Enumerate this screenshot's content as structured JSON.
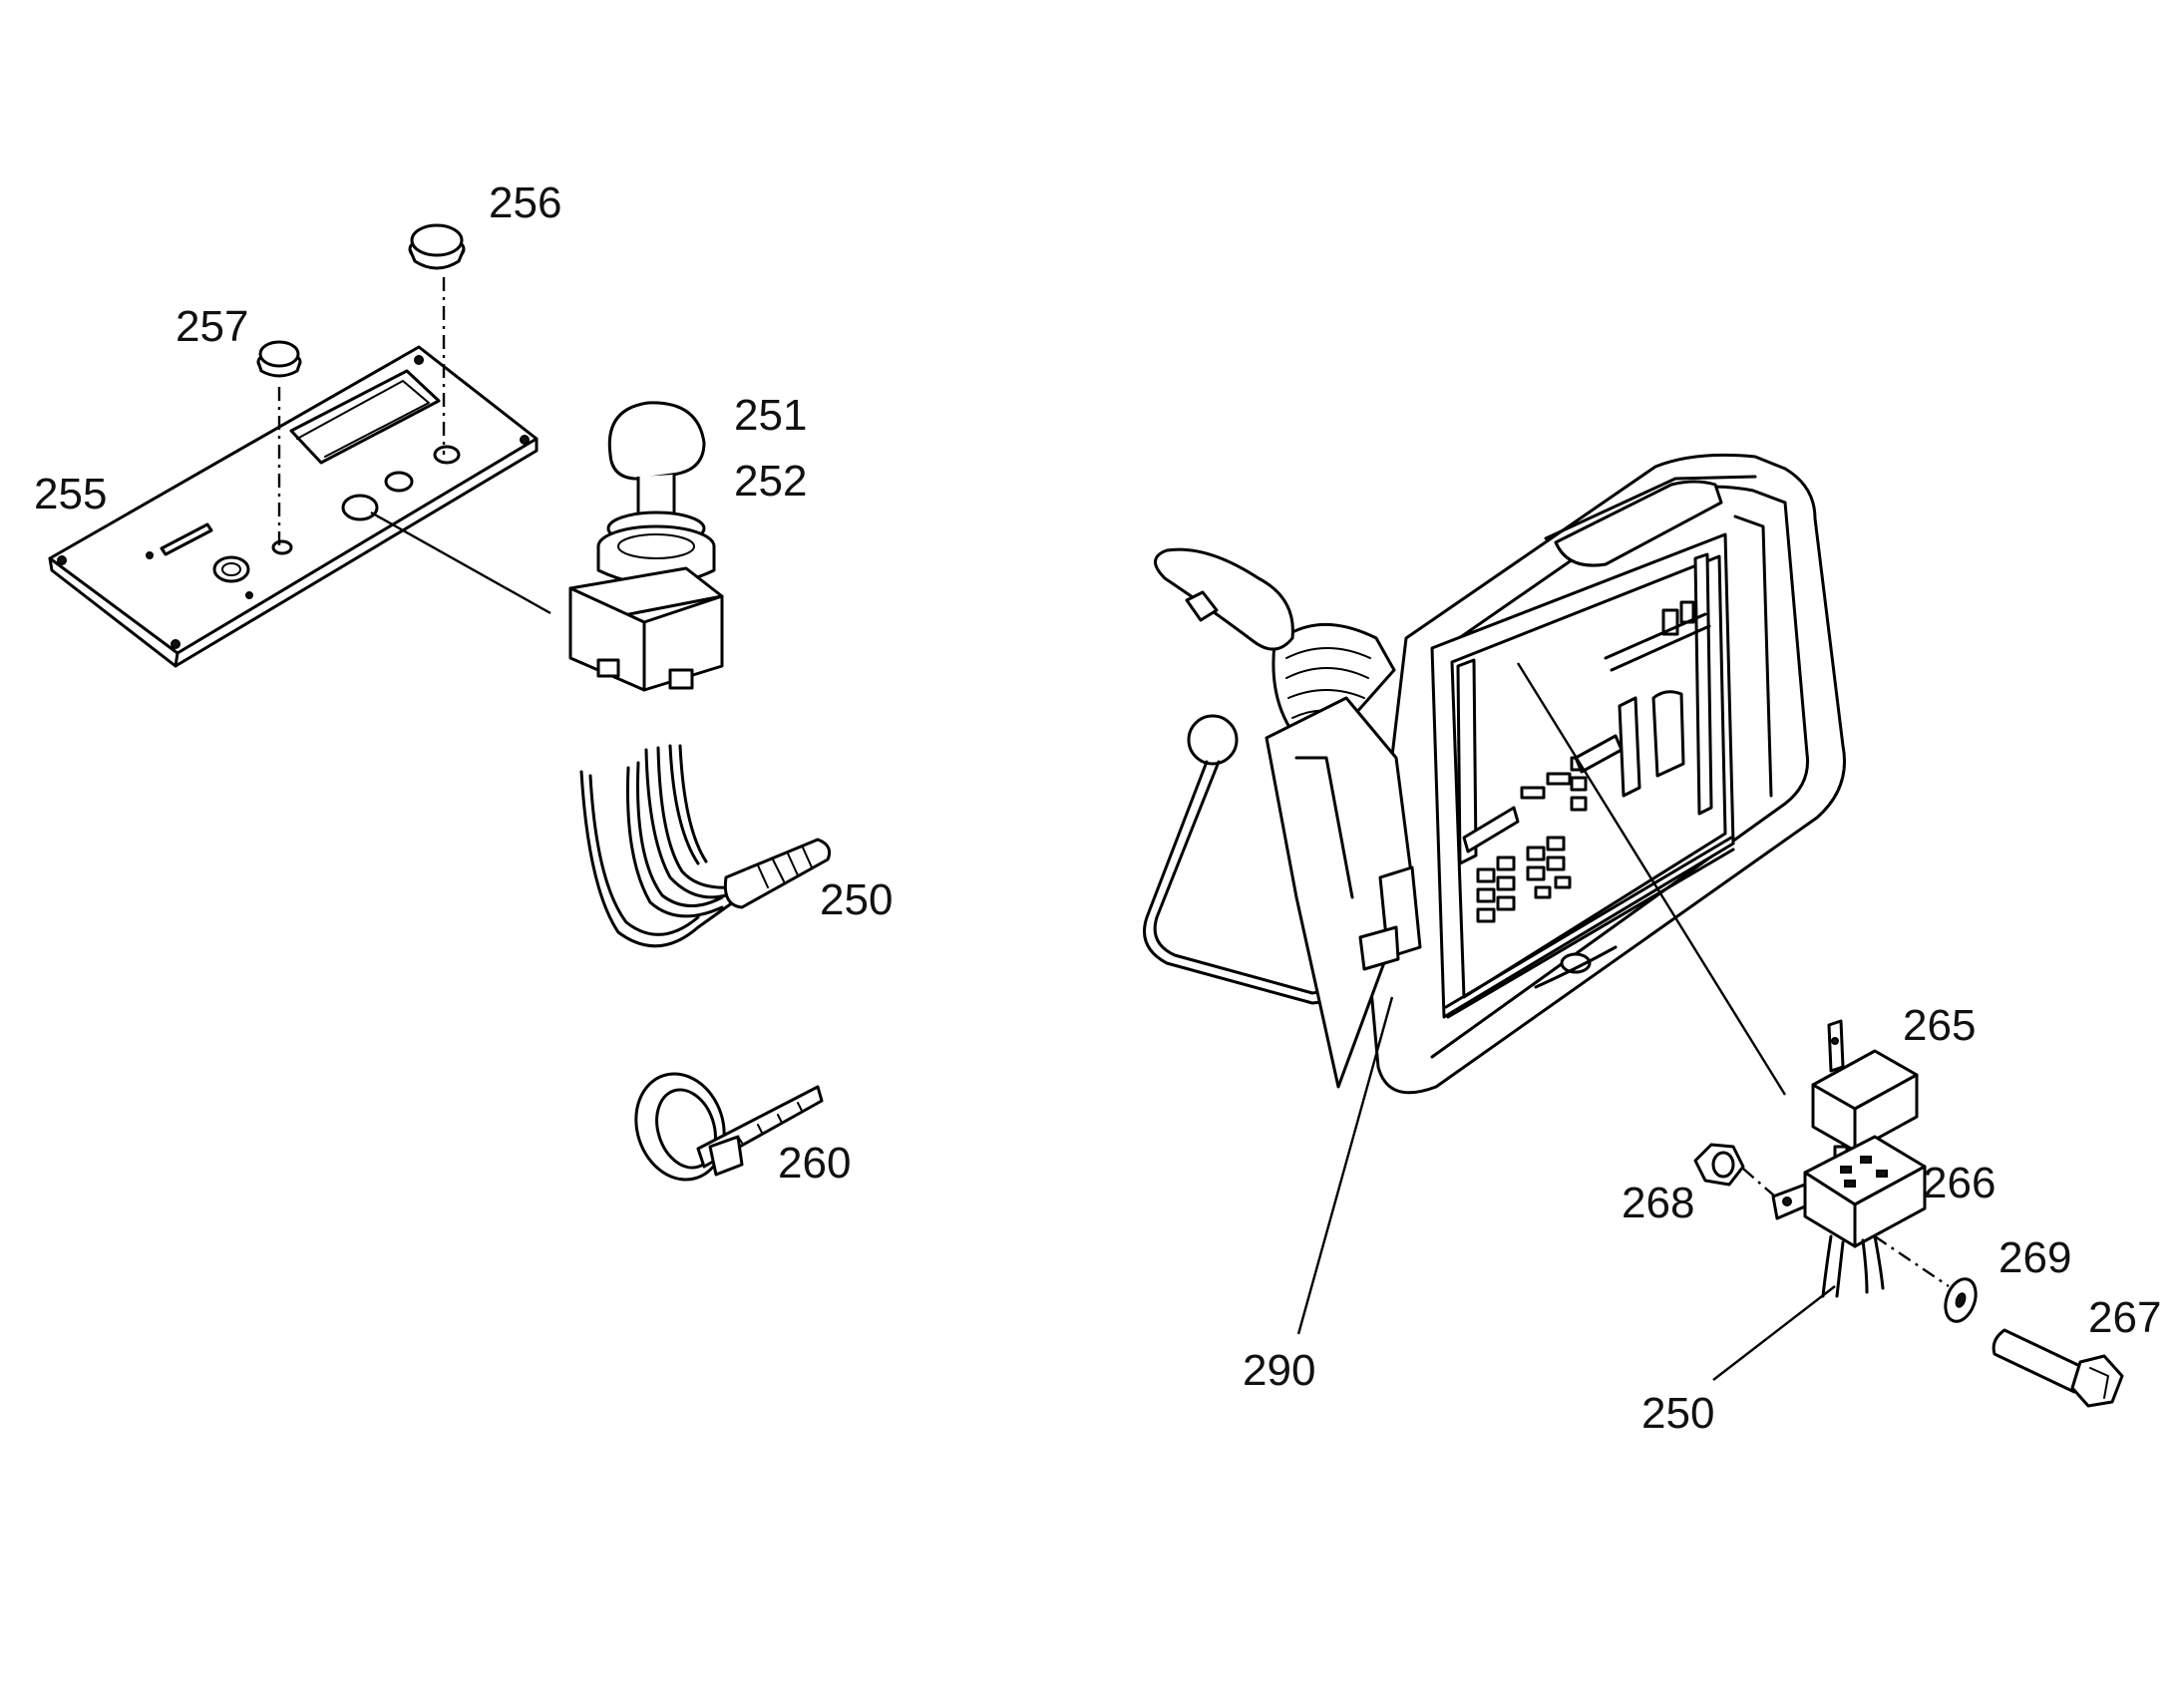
{
  "diagram": {
    "callouts": {
      "c256": "256",
      "c257": "257",
      "c251": "251",
      "c252": "252",
      "c255": "255",
      "c250_left": "250",
      "c260": "260",
      "c265": "265",
      "c266": "266",
      "c268": "268",
      "c269": "269",
      "c267": "267",
      "c290": "290",
      "c250_right": "250"
    }
  }
}
